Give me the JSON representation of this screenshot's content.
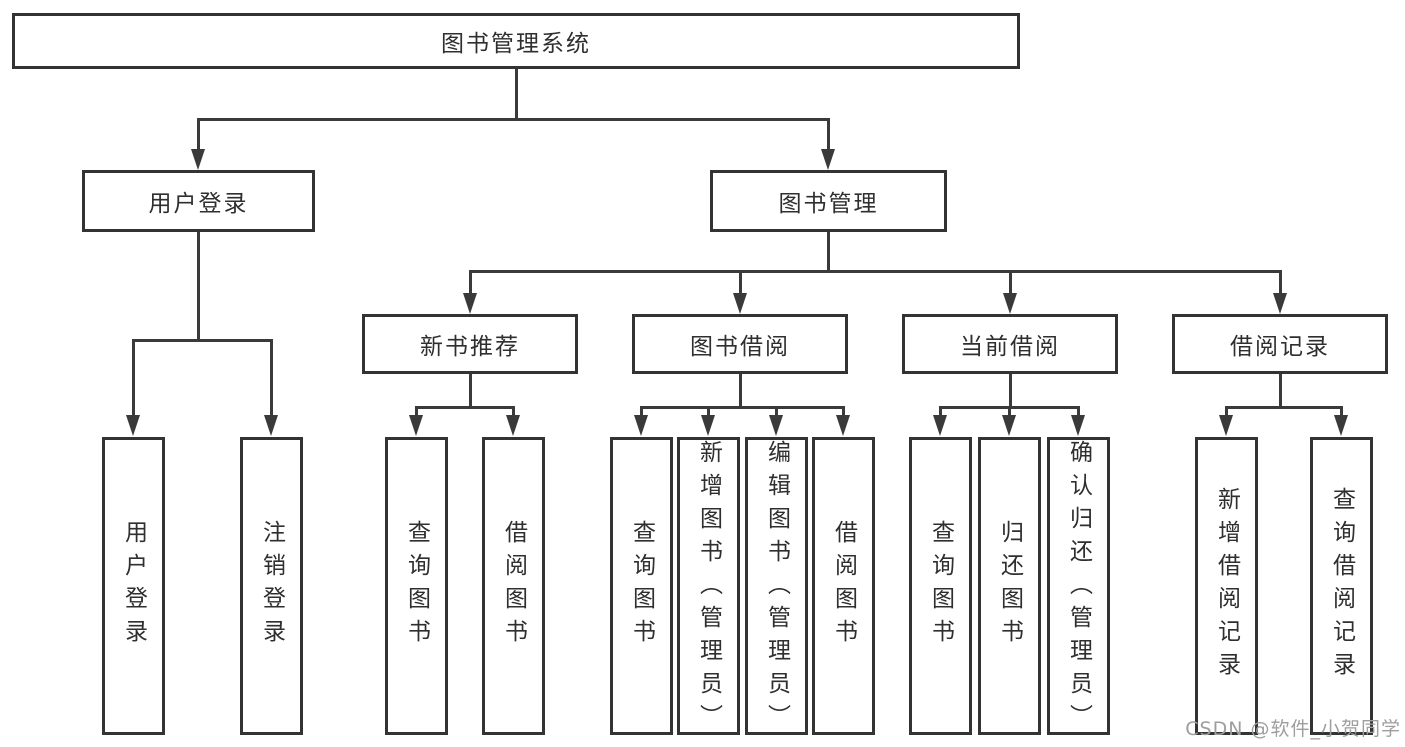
{
  "tree": {
    "label": "图书管理系统",
    "children": [
      {
        "label": "用户登录",
        "children": [
          {
            "label": "用户登录"
          },
          {
            "label": "注销登录"
          }
        ]
      },
      {
        "label": "图书管理",
        "children": [
          {
            "label": "新书推荐",
            "children": [
              {
                "label": "查询图书"
              },
              {
                "label": "借阅图书"
              }
            ]
          },
          {
            "label": "图书借阅",
            "children": [
              {
                "label": "查询图书"
              },
              {
                "label": "新增图书（管理员）"
              },
              {
                "label": "编辑图书（管理员）"
              },
              {
                "label": "借阅图书"
              }
            ]
          },
          {
            "label": "当前借阅",
            "children": [
              {
                "label": "查询图书"
              },
              {
                "label": "归还图书"
              },
              {
                "label": "确认归还（管理员）"
              }
            ]
          },
          {
            "label": "借阅记录",
            "children": [
              {
                "label": "新增借阅记录"
              },
              {
                "label": "查询借阅记录"
              }
            ]
          }
        ]
      }
    ]
  },
  "watermark": {
    "text": "CSDN @软件_小贺同学"
  },
  "colors": {
    "line": "#3a3a3a",
    "box_border": "#333333",
    "text": "#2f2f2f",
    "background": "#ffffff",
    "watermark": "#9e9e9e"
  }
}
